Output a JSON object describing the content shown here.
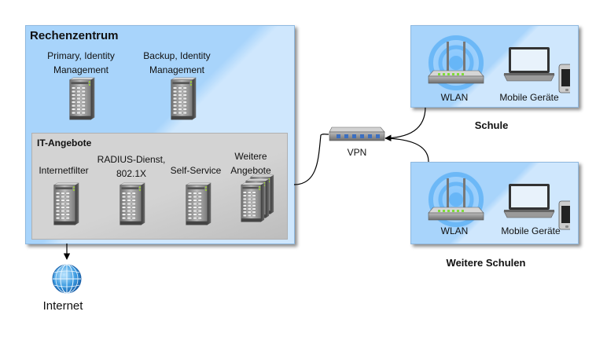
{
  "rechenzentrum": {
    "title": "Rechenzentrum",
    "servers": [
      {
        "label_line1": "Primary, Identity",
        "label_line2": "Management"
      },
      {
        "label_line1": "Backup, Identity",
        "label_line2": "Management"
      }
    ]
  },
  "it_angebote": {
    "title": "IT-Angebote",
    "items": [
      {
        "label_line1": "Internetfilter",
        "label_line2": ""
      },
      {
        "label_line1": "RADIUS-Dienst,",
        "label_line2": "802.1X"
      },
      {
        "label_line1": "Self-Service",
        "label_line2": ""
      },
      {
        "label_line1": "Weitere",
        "label_line2": "Angebote"
      }
    ]
  },
  "vpn": {
    "label": "VPN"
  },
  "internet": {
    "label": "Internet"
  },
  "schule": {
    "title": "Schule",
    "wlan_label": "WLAN",
    "devices_label": "Mobile Geräte"
  },
  "weitere_schulen": {
    "title": "Weitere Schulen",
    "wlan_label": "WLAN",
    "devices_label": "Mobile Geräte"
  },
  "colors": {
    "panel_blue": "#a8d4fb",
    "panel_light": "#cfe7fd",
    "it_panel_grey": "#d3d3d3",
    "wlan_green": "#7fdc3a"
  },
  "icons": [
    "server-icon",
    "server-stack-icon",
    "router-icon",
    "globe-icon",
    "wlan-router-icon",
    "laptop-icon",
    "smartphone-icon"
  ]
}
